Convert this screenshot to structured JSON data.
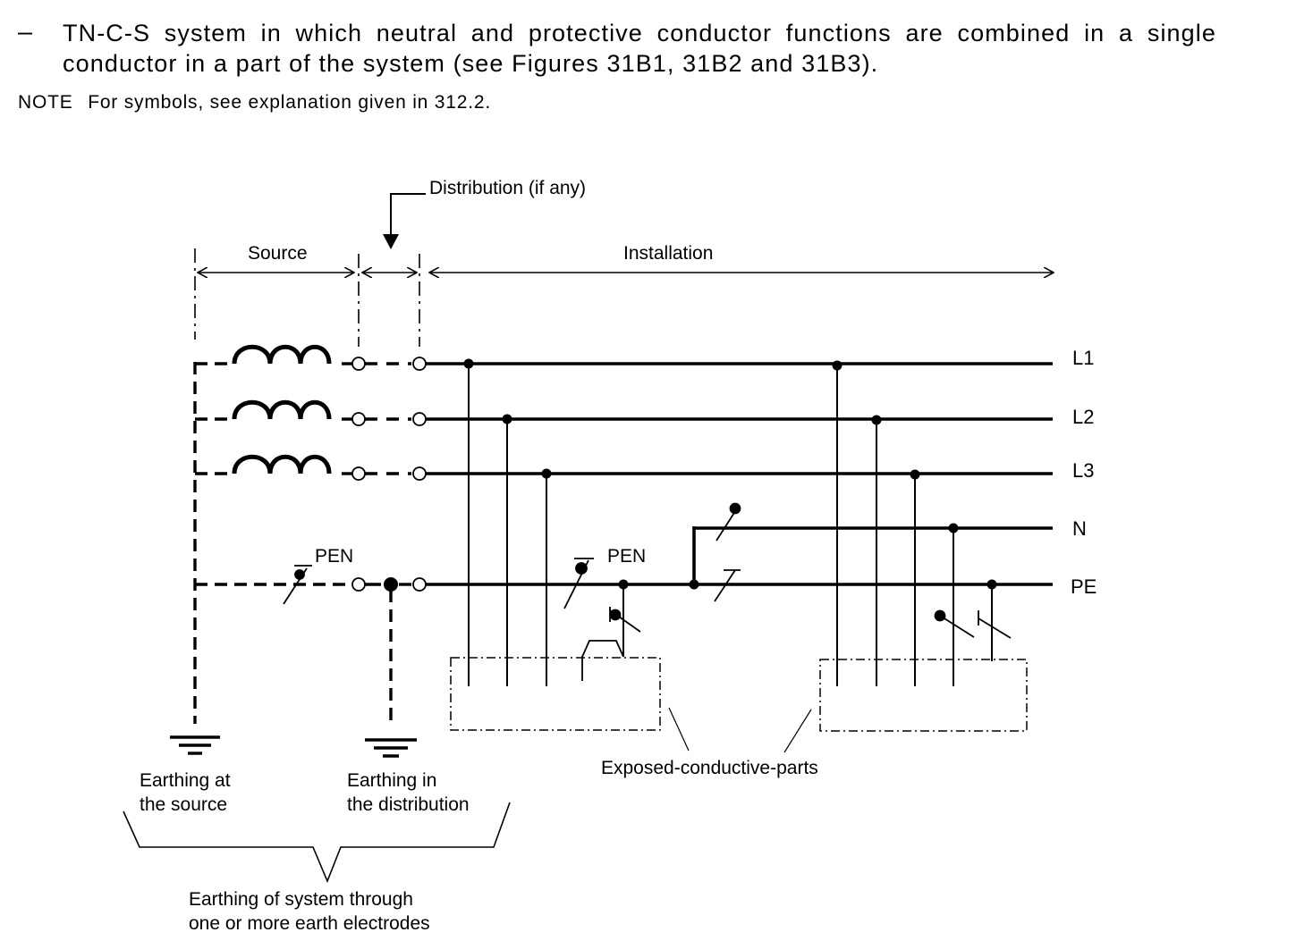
{
  "intro": {
    "bullet": "–",
    "text": "TN-C-S system in which neutral and protective conductor functions are combined in a single conductor in a part of the system (see Figures 31B1, 31B2 and 31B3)."
  },
  "note": {
    "label": "NOTE",
    "text": "For symbols, see explanation given in 312.2."
  },
  "diagram": {
    "distribution_label": "Distribution (if any)",
    "source_label": "Source",
    "installation_label": "Installation",
    "conductors": [
      "L1",
      "L2",
      "L3",
      "N",
      "PE"
    ],
    "pen_label_source": "PEN",
    "pen_label_installation": "PEN",
    "earthing_source": [
      "Earthing at",
      "the source"
    ],
    "earthing_distribution": [
      "Earthing in",
      "the distribution"
    ],
    "exposed_parts_label": "Exposed-conductive-parts",
    "earthing_system": [
      "Earthing of system through",
      "one or more earth electrodes"
    ]
  },
  "colors": {
    "ink": "#000000",
    "paper": "#ffffff"
  }
}
